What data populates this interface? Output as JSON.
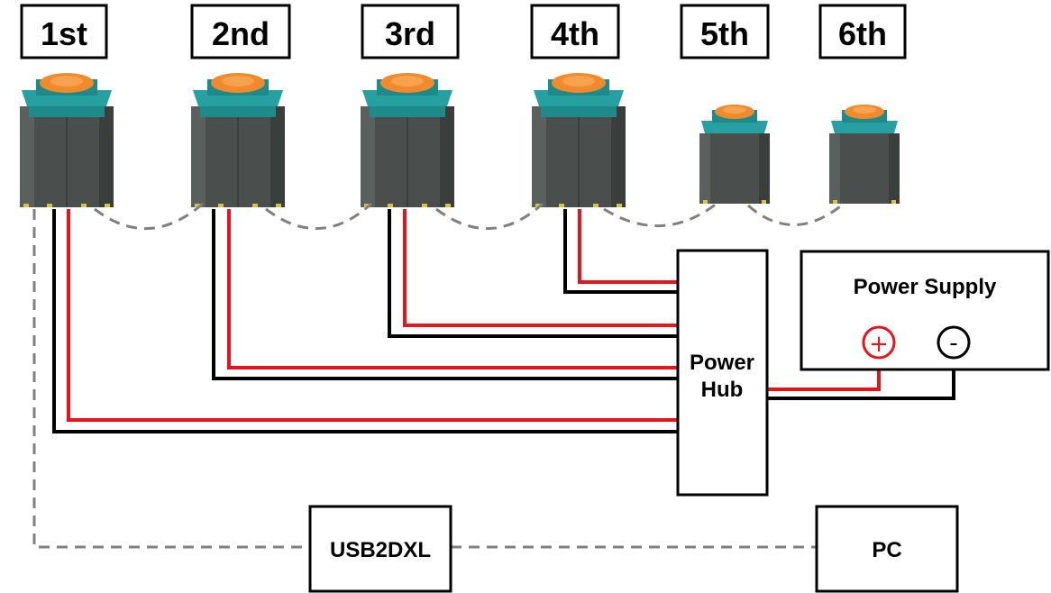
{
  "servos": [
    {
      "label": "1st"
    },
    {
      "label": "2nd"
    },
    {
      "label": "3rd"
    },
    {
      "label": "4th"
    },
    {
      "label": "5th"
    },
    {
      "label": "6th"
    }
  ],
  "power_hub": {
    "line1": "Power",
    "line2": "Hub"
  },
  "power_supply": {
    "title": "Power Supply",
    "plus": "+",
    "minus": "-"
  },
  "usb2dxl": {
    "label": "USB2DXL"
  },
  "pc": {
    "label": "PC"
  },
  "colors": {
    "positive_wire": "#e8141c",
    "negative_wire": "#000000",
    "data_link": "#808080",
    "servo_body": "#4a4f4d",
    "servo_cap": "#1e8a8a",
    "servo_horn": "#f08a2c"
  }
}
